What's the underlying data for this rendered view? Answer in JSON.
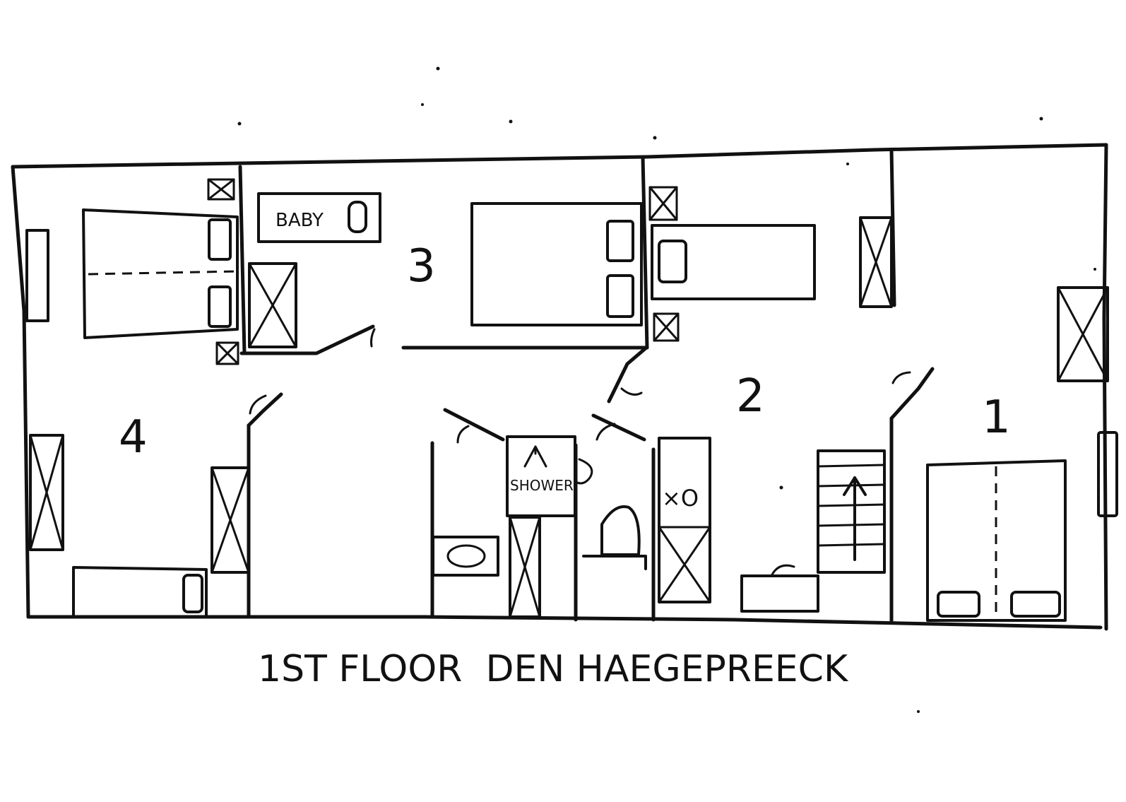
{
  "title": "1ST FLOOR  DEN HAEGEPREECK",
  "rooms": [
    {
      "number": "1"
    },
    {
      "number": "2"
    },
    {
      "number": "3"
    },
    {
      "number": "4"
    }
  ],
  "labels": {
    "baby": "BABY",
    "shower": "SHOWER",
    "toilet_mark": "×O"
  }
}
